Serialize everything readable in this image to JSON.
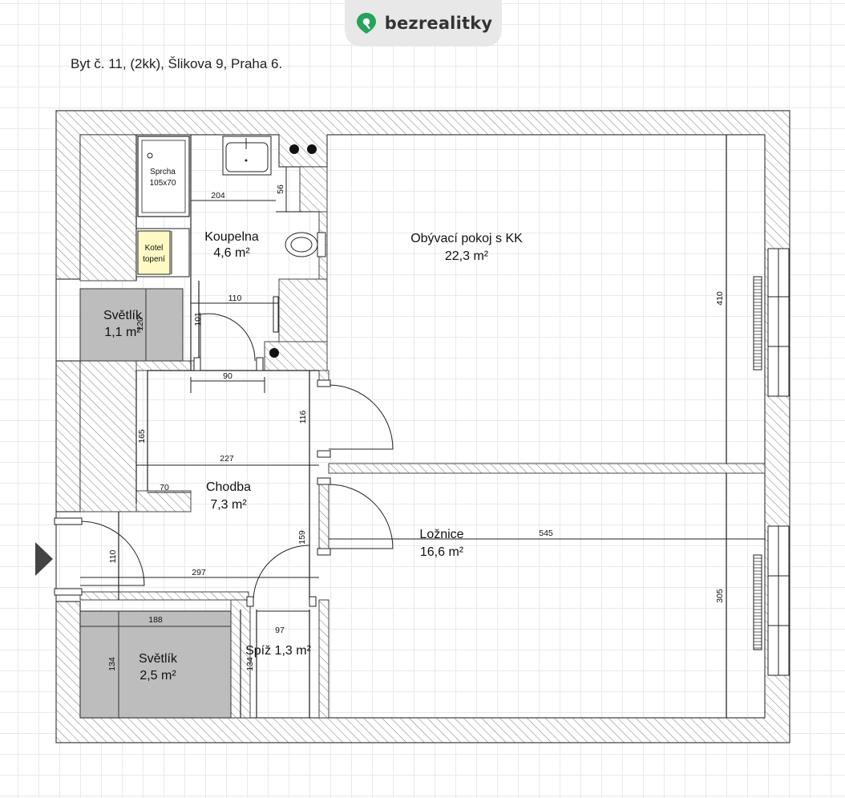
{
  "brand": {
    "name": "bezrealitky",
    "color": "#25a35a"
  },
  "title": "Byt č. 11, (2kk), Šlikova 9, Praha 6.",
  "rooms": {
    "obyvaci": {
      "name": "Obývací pokoj s KK",
      "area": "22,3 m²"
    },
    "koupelna": {
      "name": "Koupelna",
      "area": "4,6 m²"
    },
    "svetlik1": {
      "name": "Světlík",
      "area": "1,1 m²"
    },
    "chodba": {
      "name": "Chodba",
      "area": "7,3 m²"
    },
    "loznice": {
      "name": "Ložnice",
      "area": "16,6 m²"
    },
    "svetlik2": {
      "name": "Světlík",
      "area": "2,5 m²"
    },
    "spiz": {
      "label": "Spíž 1,3 m²"
    }
  },
  "fixtures": {
    "shower_line1": "Sprcha",
    "shower_line2": "105x70",
    "boiler_line1": "Kotel",
    "boiler_line2": "topení"
  },
  "dimensions": {
    "d204": "204",
    "d56": "56",
    "d110a": "110",
    "d101": "101",
    "d90": "90",
    "d116": "116",
    "d165": "165",
    "d227": "227",
    "d70": "70",
    "d159": "159",
    "d110b": "110",
    "d297": "297",
    "d188": "188",
    "d97": "97",
    "d134a": "134",
    "d134b": "134",
    "d545": "545",
    "d410": "410",
    "d305": "305",
    "d120": "120"
  },
  "colors": {
    "wall": "#555555",
    "lightwell": "#bdbdbd",
    "boiler": "#fff9c4"
  }
}
